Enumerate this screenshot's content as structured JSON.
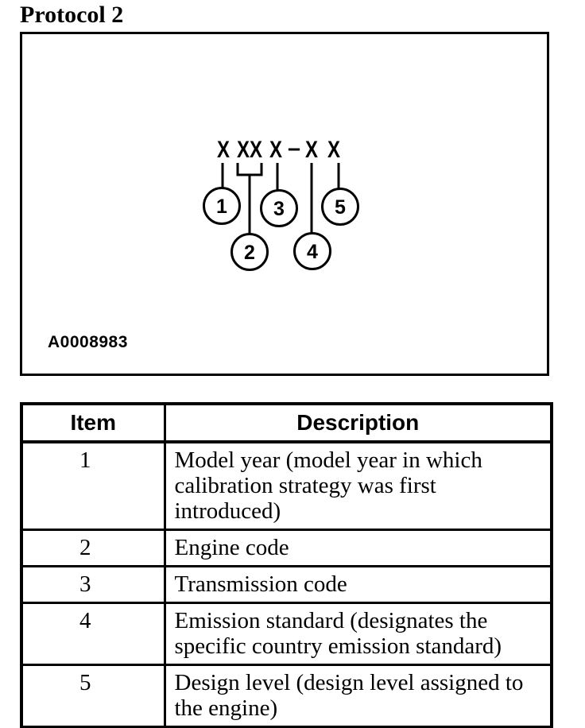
{
  "page": {
    "title": "Protocol 2",
    "ink_color": "#000000",
    "background_color": "#ffffff"
  },
  "figure": {
    "glyphs": [
      "X",
      "X",
      "X",
      "X",
      "–",
      "X",
      "X"
    ],
    "callouts": [
      "1",
      "2",
      "3",
      "4",
      "5"
    ],
    "label": "A0008983"
  },
  "table": {
    "headers": {
      "item": "Item",
      "description": "Description"
    },
    "rows": [
      {
        "item": "1",
        "description": "Model year (model year in which calibration strategy was first introduced)"
      },
      {
        "item": "2",
        "description": "Engine code"
      },
      {
        "item": "3",
        "description": "Transmission code"
      },
      {
        "item": "4",
        "description": "Emission standard (designates the specific country emission standard)"
      },
      {
        "item": "5",
        "description": "Design level (design level assigned to the engine)"
      }
    ]
  }
}
